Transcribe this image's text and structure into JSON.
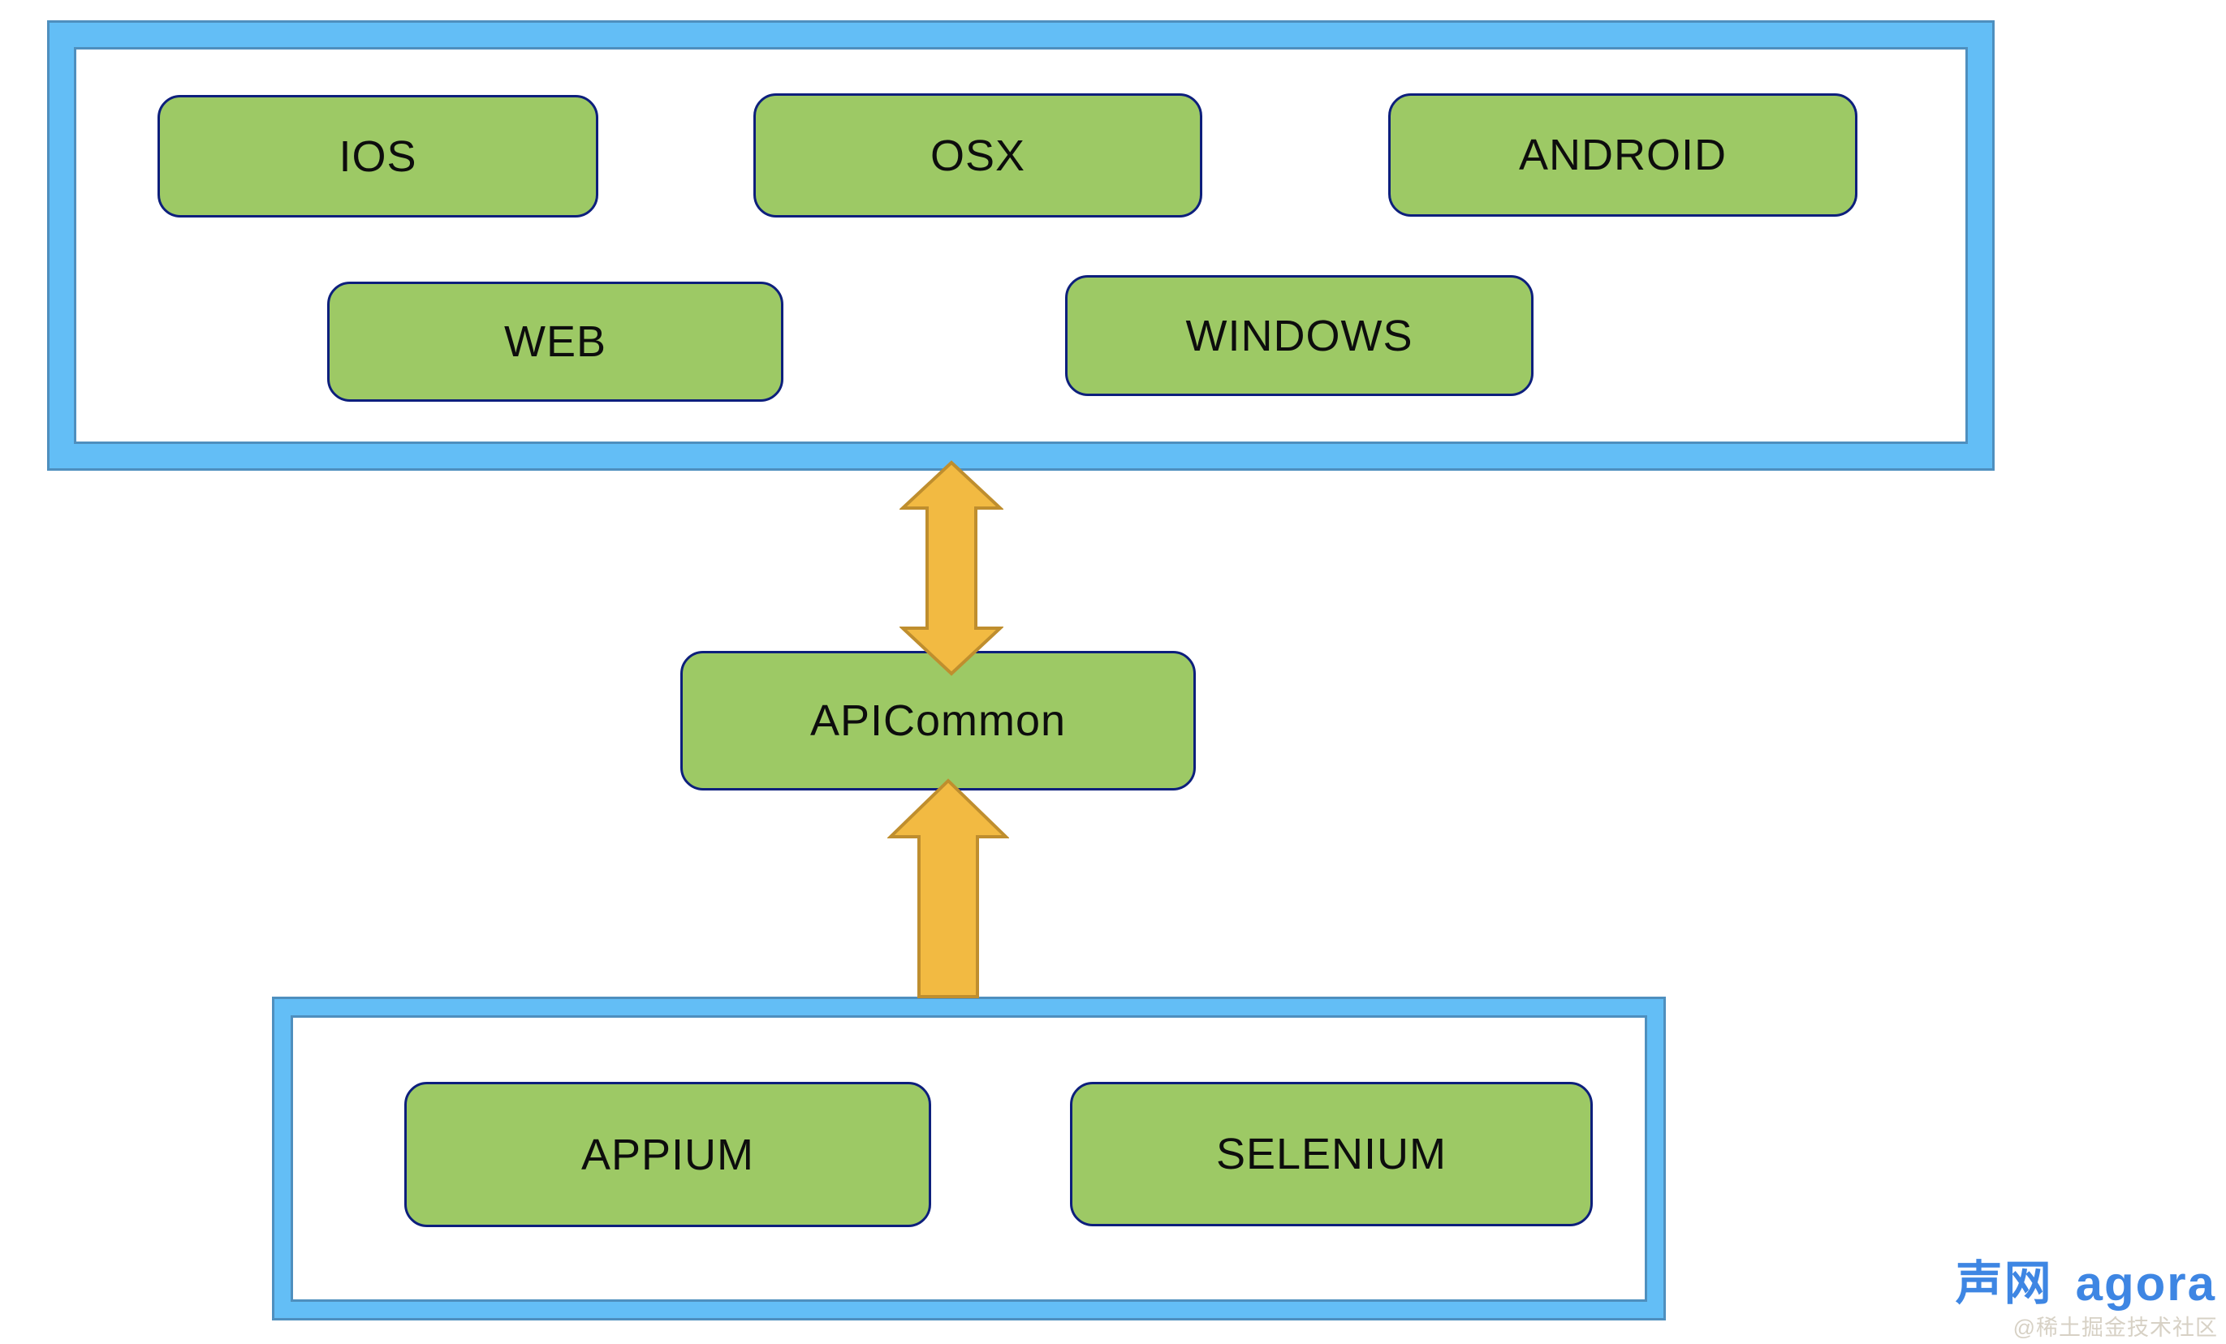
{
  "diagram": {
    "top_group": {
      "name": "platform-layer",
      "nodes": [
        {
          "id": "ios",
          "label": "IOS"
        },
        {
          "id": "osx",
          "label": "OSX"
        },
        {
          "id": "android",
          "label": "ANDROID"
        },
        {
          "id": "web",
          "label": "WEB"
        },
        {
          "id": "windows",
          "label": "WINDOWS"
        }
      ]
    },
    "middle_node": {
      "id": "apicommon",
      "label": "APICommon"
    },
    "bottom_group": {
      "name": "driver-layer",
      "nodes": [
        {
          "id": "appium",
          "label": "APPIUM"
        },
        {
          "id": "selenium",
          "label": "SELENIUM"
        }
      ]
    },
    "connectors": [
      {
        "type": "double-headed-vertical-arrow",
        "between": [
          "platform-layer",
          "APICommon"
        ]
      },
      {
        "type": "single-headed-up-arrow",
        "between": [
          "driver-layer",
          "APICommon"
        ]
      }
    ]
  },
  "branding": {
    "logo_cn": "声网",
    "logo_en": "agora",
    "watermark": "@稀土掘金技术社区"
  },
  "colors": {
    "frame_blue": "#63BEF6",
    "frame_outline": "#4E8FBE",
    "node_green": "#9DC965",
    "node_border": "#0D1F7C",
    "arrow_fill": "#F2BA42",
    "arrow_outline": "#BF8E2E",
    "logo_blue": "#3E86E3",
    "watermark_gray": "#D7D1C5"
  }
}
